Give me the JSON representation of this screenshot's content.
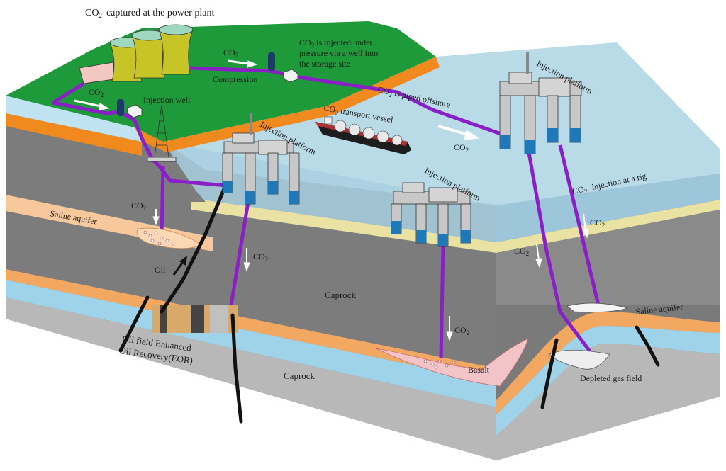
{
  "colors": {
    "land": "#1e9a3a",
    "land_band": "#f08a1e",
    "rock": "#7c7c7c",
    "rock_light": "#a9a9a9",
    "sea": "#b9dbe8",
    "sea_deep": "#9ec6da",
    "aquifer": "#f7c89b",
    "caprock_blue": "#9fd3e9",
    "yellow_layer": "#e9e2a3",
    "pipe": "#8a1fc7",
    "basalt": "#f3c4c7",
    "platform_grey": "#c8c8c8",
    "platform_blue": "#1f79b8"
  },
  "labels": {
    "captured_prefix": "CO",
    "captured_sub": "2",
    "captured_suffix": "captured at the power plant",
    "co2_land_1_main": "CO",
    "co2_land_1_sub": "2",
    "compression": "Compression",
    "injected_line1_main": "CO",
    "injected_line1_sub": "2",
    "injected_line1_rest": " is injected under",
    "injected_line2": "pressure via a well into",
    "injected_line3": "the storage site",
    "co2_left_main": "CO",
    "co2_left_sub": "2",
    "injection_well": "Injection well",
    "piped_main": "CO",
    "piped_sub": "2",
    "piped_rest": " is piped offshore",
    "vessel_main": "CO",
    "vessel_sub": "2",
    "vessel_rest": " transport vessel",
    "co2_sea_main": "CO",
    "co2_sea_sub": "2",
    "platform_right": "Injection platform",
    "platform_mid": "Injection platform",
    "platform_center": "Injection platform",
    "rig_main": "CO",
    "rig_sub": "2",
    "rig_rest": " injection at a rig",
    "saline_left": "Saline aquifer",
    "co2_well_main": "CO",
    "co2_well_sub": "2",
    "oil": "Oil",
    "co2_mid_main": "CO",
    "co2_mid_sub": "2",
    "caprock_mid": "Caprock",
    "co2_basalt_main": "CO",
    "co2_basalt_sub": "2",
    "basalt": "Basalt",
    "co2_r1_main": "CO",
    "co2_r1_sub": "2",
    "co2_r2_main": "CO",
    "co2_r2_sub": "2",
    "saline_right": "Saline aquifer",
    "depleted": "Depleted gas field",
    "eor_line1": "Oil field Enhanced",
    "eor_line2": "Oil Recovery(EOR)",
    "caprock_bottom": "Caprock"
  }
}
